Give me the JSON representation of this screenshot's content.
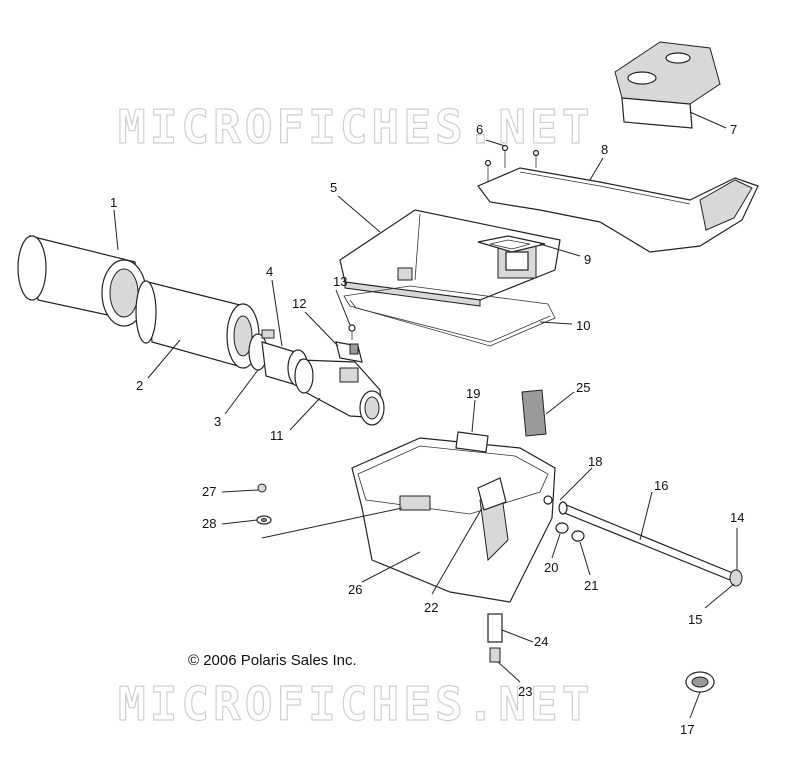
{
  "watermark": "MICROFICHES.NET",
  "copyright": "© 2006 Polaris Sales Inc.",
  "callouts": [
    "1",
    "2",
    "3",
    "4",
    "5",
    "6",
    "7",
    "8",
    "9",
    "10",
    "11",
    "12",
    "13",
    "14",
    "15",
    "16",
    "17",
    "18",
    "19",
    "20",
    "21",
    "22",
    "23",
    "24",
    "25",
    "26",
    "27",
    "28"
  ]
}
